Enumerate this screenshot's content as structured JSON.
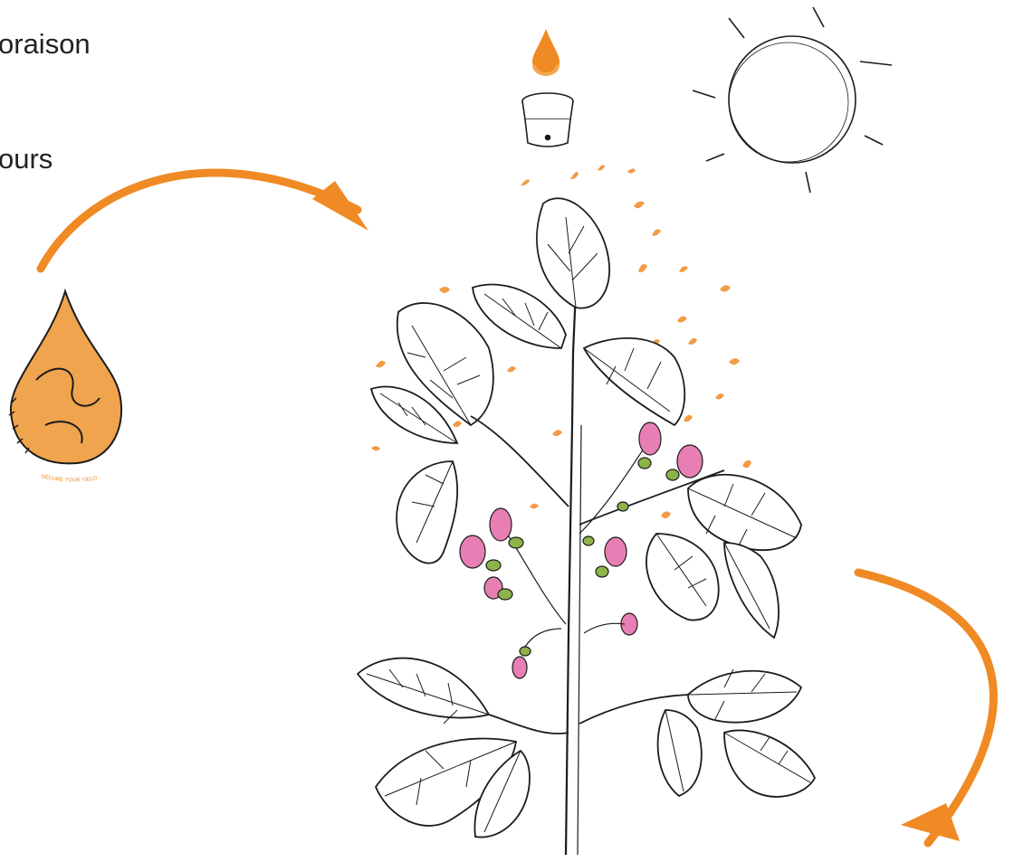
{
  "texts": {
    "line1": "oraison",
    "line2": "ours",
    "drop_caption": "SECURE YOUR YIELD"
  },
  "colors": {
    "orange": "#f08a24",
    "drop_fill": "#f0a44e",
    "ink": "#1c1c1c",
    "flower_pink": "#e87fb4",
    "flower_green": "#8db34a"
  },
  "icons": [
    "water-drop-icon",
    "nozzle-icon",
    "sun-icon",
    "seed-drop-icon",
    "plant-icon",
    "arrow-icon"
  ]
}
